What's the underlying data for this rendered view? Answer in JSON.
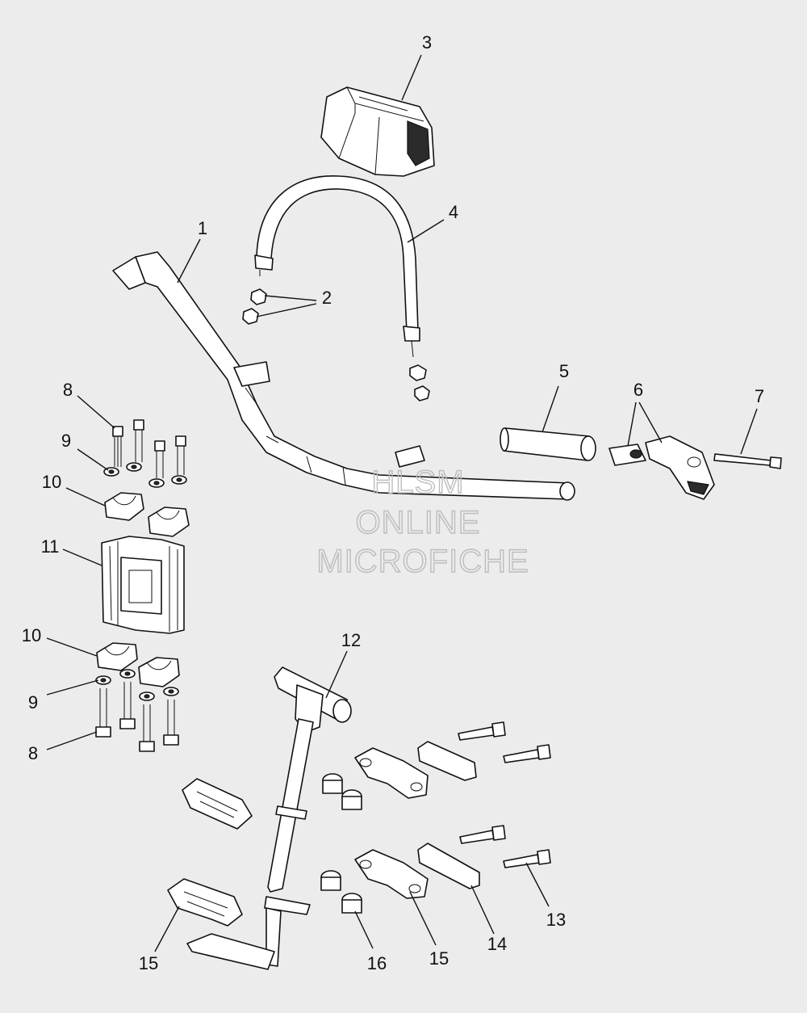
{
  "callouts": {
    "c1": "1",
    "c2": "2",
    "c3": "3",
    "c4": "4",
    "c5": "5",
    "c6": "6",
    "c7": "7",
    "c8a": "8",
    "c8b": "8",
    "c9a": "9",
    "c9b": "9",
    "c10a": "10",
    "c10b": "10",
    "c11": "11",
    "c12": "12",
    "c13": "13",
    "c14": "14",
    "c15a": "15",
    "c15b": "15",
    "c16": "16"
  },
  "watermark": {
    "line1": "HLSM",
    "line2": "ONLINE",
    "line3": "MICROFICHE"
  },
  "colors": {
    "background": "#ececec",
    "line": "#111111",
    "watermark": "#bdbdbd"
  }
}
